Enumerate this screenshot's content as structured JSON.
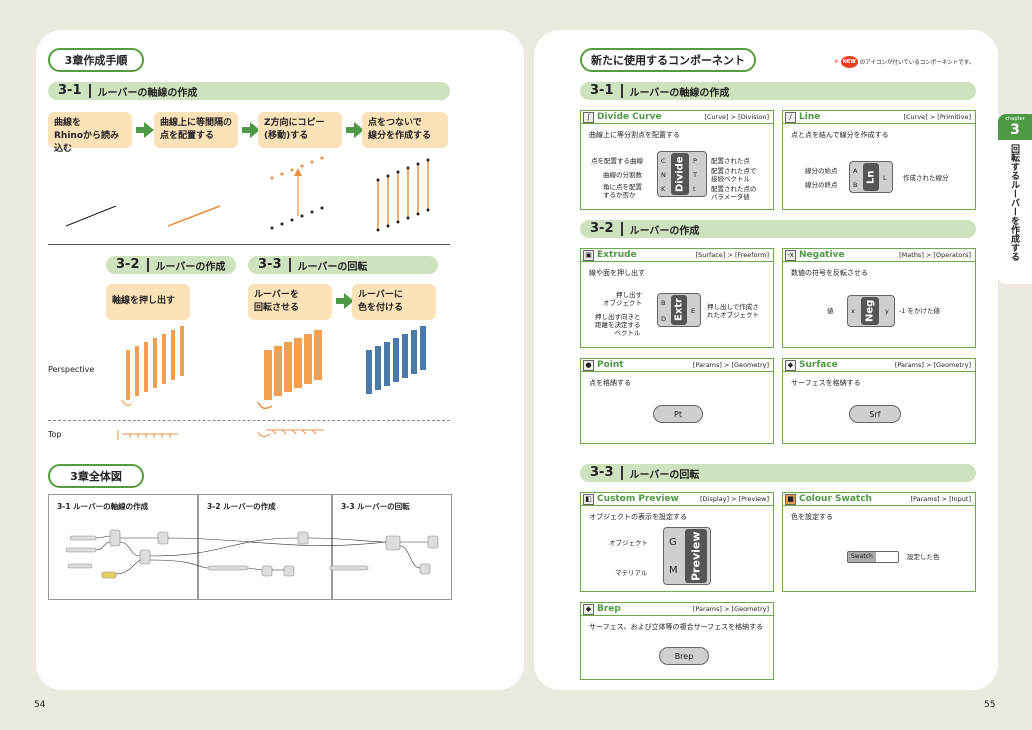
{
  "left": {
    "heading": "3章作成手順",
    "section_3_1": {
      "num": "3-1",
      "title": "ルーバーの軸線の作成"
    },
    "steps": [
      "曲線を\nRhinoから読み込む",
      "曲線上に等間隔の\n点を配置する",
      "Z方向にコピー\n(移動)する",
      "点をつないで\n線分を作成する"
    ],
    "section_3_2": {
      "num": "3-2",
      "title": "ルーバーの作成"
    },
    "section_3_3": {
      "num": "3-3",
      "title": "ルーバーの回転"
    },
    "step_extrude": "軸線を押し出す",
    "step_rotate": "ルーバーを\n回転させる",
    "step_color": "ルーバーに\n色を付ける",
    "label_perspective": "Perspective",
    "label_top": "Top",
    "overview_heading": "3章全体図",
    "overview_titles": [
      "3-1 ルーバーの軸線の作成",
      "3-2 ルーバーの作成",
      "3-3 ルーバーの回転"
    ],
    "page_number": "54"
  },
  "right": {
    "heading": "新たに使用するコンポーネント",
    "new_badge": "NEW",
    "new_note": "のアイコンが付いているコンポーネントです。",
    "sec_3_1": {
      "num": "3-1",
      "title": "ルーバーの軸線の作成"
    },
    "sec_3_2": {
      "num": "3-2",
      "title": "ルーバーの作成"
    },
    "sec_3_3": {
      "num": "3-3",
      "title": "ルーバーの回転"
    },
    "cards": {
      "divide": {
        "title": "Divide Curve",
        "cat": "[Curve] > [Division]",
        "desc": "曲線上に等分割点を配置する",
        "comp": "Divide",
        "in": [
          "点を配置する曲線",
          "曲線の分割数",
          "角に点を配置\nするか否か"
        ],
        "in_ports": [
          "C",
          "N",
          "K"
        ],
        "out_ports": [
          "P",
          "T",
          "t"
        ],
        "out": [
          "配置された点",
          "配置された点で\n接続ベクトル",
          "配置された点の\nパラメータ値"
        ]
      },
      "line": {
        "title": "Line",
        "cat": "[Curve] > [Primitive]",
        "desc": "点と点を結んで線分を作成する",
        "comp": "Ln",
        "in": [
          "線分の始点",
          "線分の終点"
        ],
        "in_ports": [
          "A",
          "B"
        ],
        "out_ports": [
          "L"
        ],
        "out": [
          "作成された線分"
        ]
      },
      "extrude": {
        "title": "Extrude",
        "cat": "[Surface] > [Freeform]",
        "desc": "線や面を押し出す",
        "comp": "Extr",
        "in": [
          "押し出す\nオブジェクト",
          "押し出す向きと\n距離を決定する\nベクトル"
        ],
        "in_ports": [
          "B",
          "D"
        ],
        "out_ports": [
          "E"
        ],
        "out": [
          "押し出しで作成さ\nれたオブジェクト"
        ]
      },
      "negative": {
        "title": "Negative",
        "cat": "[Maths] > [Operators]",
        "desc": "数値の符号を反転させる",
        "comp": "Neg",
        "in": [
          "値"
        ],
        "in_ports": [
          "x"
        ],
        "out_ports": [
          "y"
        ],
        "out": [
          "-1 をかけた値"
        ]
      },
      "point": {
        "title": "Point",
        "cat": "[Params] > [Geometry]",
        "desc": "点を格納する",
        "comp": "Pt"
      },
      "surface": {
        "title": "Surface",
        "cat": "[Params] > [Geometry]",
        "desc": "サーフェスを格納する",
        "comp": "Srf"
      },
      "preview": {
        "title": "Custom Preview",
        "cat": "[Display] > [Preview]",
        "desc": "オブジェクトの表示を設定する",
        "comp": "Preview",
        "in": [
          "オブジェクト",
          "マテリアル"
        ],
        "in_ports": [
          "G",
          "M"
        ]
      },
      "swatch": {
        "title": "Colour Swatch",
        "cat": "[Params] > [Input]",
        "desc": "色を設定する",
        "comp": "Swatch",
        "out": [
          "設定した色"
        ]
      },
      "brep": {
        "title": "Brep",
        "cat": "[Params] > [Geometry]",
        "desc": "サーフェス、および立体等の複合サーフェスを格納する",
        "comp": "Brep"
      }
    },
    "tab": {
      "label": "chapter",
      "num": "3",
      "text": "回転するルーバーを作成する"
    },
    "page_number": "55"
  },
  "colors": {
    "green": "#4e9a44",
    "light_green": "#cfe2bf",
    "orange": "#f0a050",
    "blue": "#4a7aa8",
    "peach": "#fbe2b8"
  }
}
